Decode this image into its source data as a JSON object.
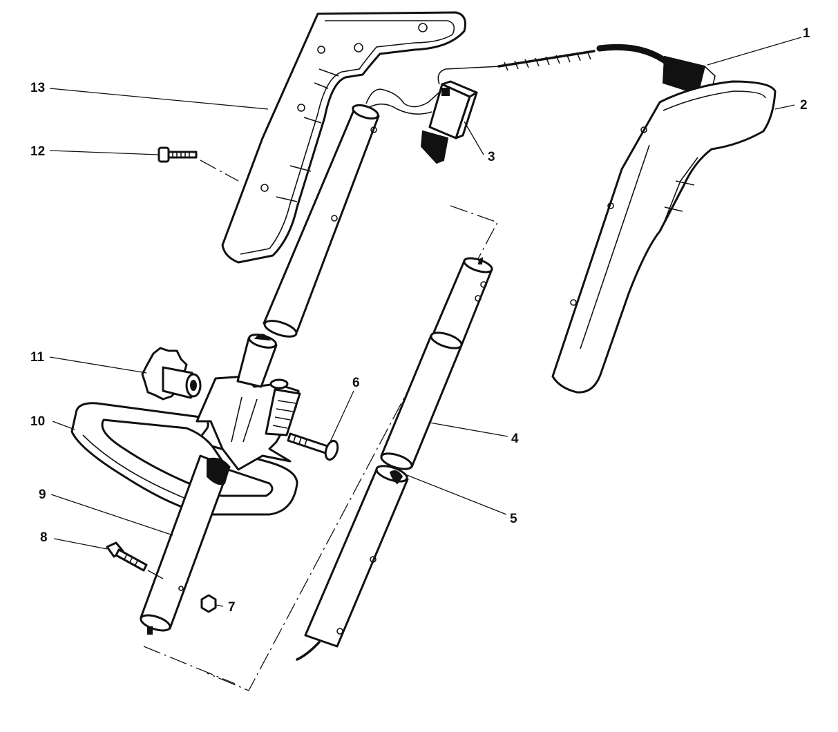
{
  "diagram": {
    "type": "exploded-parts-diagram",
    "callouts": [
      {
        "id": "callout-1",
        "label": "1"
      },
      {
        "id": "callout-2",
        "label": "2"
      },
      {
        "id": "callout-3",
        "label": "3"
      },
      {
        "id": "callout-4",
        "label": "4"
      },
      {
        "id": "callout-5",
        "label": "5"
      },
      {
        "id": "callout-6",
        "label": "6"
      },
      {
        "id": "callout-7",
        "label": "7"
      },
      {
        "id": "callout-8",
        "label": "8"
      },
      {
        "id": "callout-9",
        "label": "9"
      },
      {
        "id": "callout-10",
        "label": "10"
      },
      {
        "id": "callout-11",
        "label": "11"
      },
      {
        "id": "callout-12",
        "label": "12"
      },
      {
        "id": "callout-13",
        "label": "13"
      }
    ],
    "colors": {
      "ink": "#111111",
      "background": "#ffffff"
    }
  }
}
